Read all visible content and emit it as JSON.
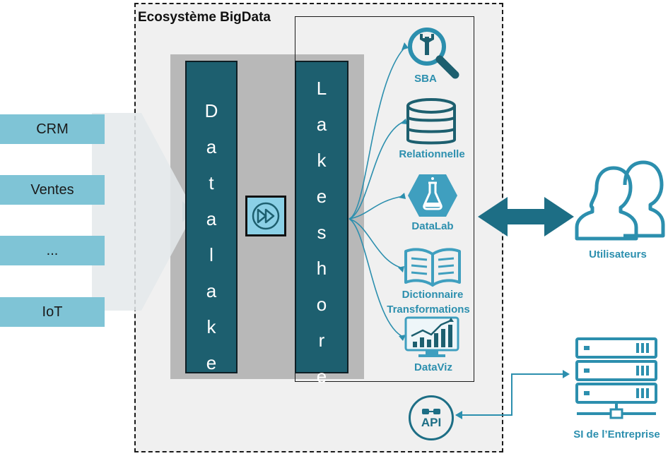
{
  "ecosystem": {
    "title": "Ecosystème BigData"
  },
  "sources": [
    "CRM",
    "Ventes",
    "...",
    "IoT"
  ],
  "datalake": {
    "letters": [
      "D",
      "a",
      "t",
      "a",
      "l",
      "a",
      "k",
      "e"
    ]
  },
  "lakeshore": {
    "letters": [
      "L",
      "a",
      "k",
      "e",
      "s",
      "h",
      "o",
      "r",
      "e"
    ]
  },
  "services": {
    "sba": "SBA",
    "relationnelle": "Relationnelle",
    "datalab": "DataLab",
    "dictionnaire_line1": "Dictionnaire",
    "dictionnaire_line2": "Transformations",
    "dataviz": "DataViz"
  },
  "api": {
    "label": "API"
  },
  "users": {
    "label": "Utilisateurs"
  },
  "si": {
    "label": "SI de l’Entreprise"
  },
  "colors": {
    "teal": "#1d5f6f",
    "accent": "#2c8fae",
    "source": "#7fc4d6",
    "light": "#8bd0e6"
  }
}
